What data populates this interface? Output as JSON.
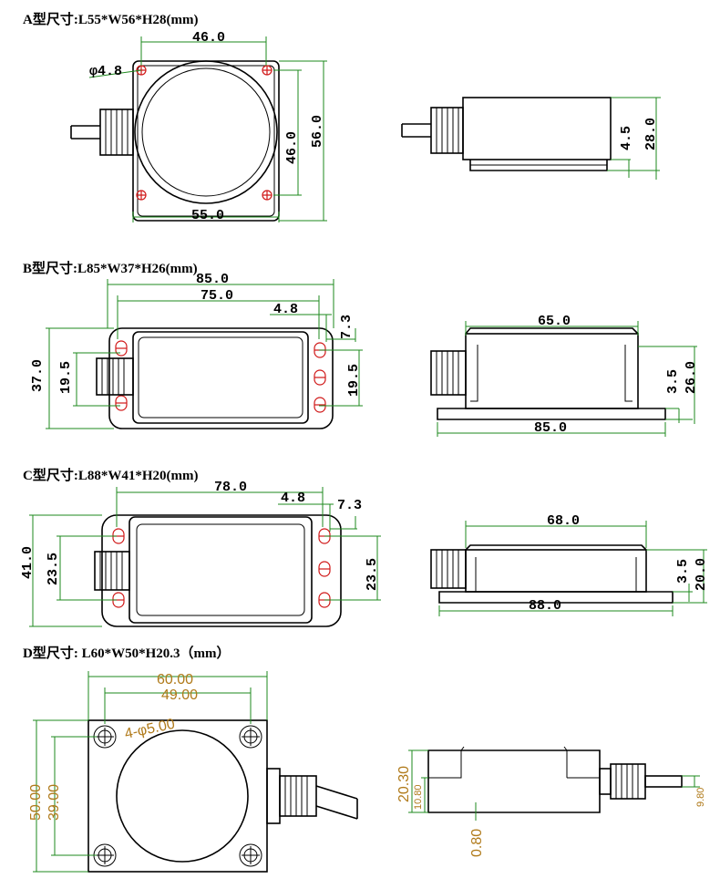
{
  "titles": {
    "a": "A型尺寸:L55*W56*H28(mm)",
    "b": "B型尺寸:L85*W37*H26(mm)",
    "c": "C型尺寸:L88*W41*H20(mm)",
    "d": "D型尺寸:  L60*W50*H20.3（mm）"
  },
  "dims": {
    "a": {
      "w_holes": "46.0",
      "hole_dia": "φ4.8",
      "width": "55.0",
      "h_holes": "46.0",
      "height": "56.0",
      "side_h": "28.0",
      "side_flange": "4.5"
    },
    "b": {
      "overall": "85.0",
      "holes": "75.0",
      "hole_w": "4.8",
      "hole_off": "7.3",
      "height": "37.0",
      "h_left": "19.5",
      "h_right": "19.5",
      "side_body": "65.0",
      "side_total": "85.0",
      "side_flange": "3.5",
      "side_h": "26.0"
    },
    "c": {
      "holes": "78.0",
      "hole_w": "4.8",
      "hole_off": "7.3",
      "height": "41.0",
      "h_left": "23.5",
      "h_right": "23.5",
      "side_body": "68.0",
      "side_total": "88.0",
      "side_flange": "3.5",
      "side_h": "20.0"
    },
    "d": {
      "width": "60.00",
      "holes_w": "49.00",
      "hole_label": "4-φ5.00",
      "height": "50.00",
      "holes_h": "39.00",
      "side_h": "20.30",
      "side_mid": "10.80",
      "side_base": "0.80",
      "cable_dia": "9.80"
    }
  },
  "colors": {
    "dimension_line": "#1e8a1e",
    "hole_marker": "#d01818",
    "d_text": "#b07a1a"
  }
}
